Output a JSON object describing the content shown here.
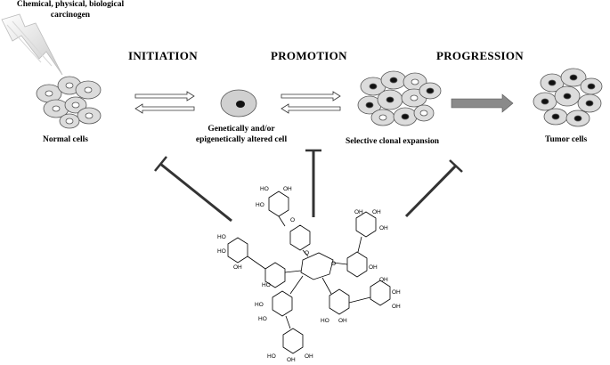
{
  "carcinogen": {
    "line1": "Chemical, physical, biological",
    "line2": "carcinogen"
  },
  "stages": {
    "initiation": "INITIATION",
    "promotion": "PROMOTION",
    "progression": "PROGRESSION"
  },
  "labels": {
    "normal": "Normal cells",
    "altered_line1": "Genetically and/or",
    "altered_line2": "epigenetically altered cell",
    "selective": "Selective clonal expansion",
    "tumor": "Tumor cells"
  },
  "chem": {
    "oh": "OH",
    "ho": "HO",
    "o": "O"
  },
  "colors": {
    "cell_fill": "#dcdcdc",
    "cell_stroke": "#555555",
    "nucleus_dark": "#111111",
    "nucleus_light": "#ffffff",
    "arrow_gray": "#8a8a8a",
    "inhibitor": "#333333"
  }
}
